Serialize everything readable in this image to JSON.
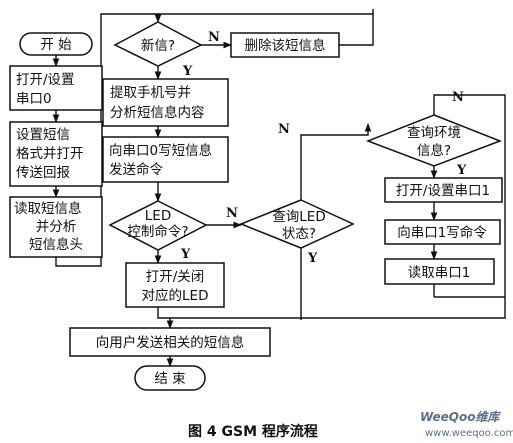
{
  "nodes": {
    "start": "开  始",
    "open_serial0": [
      "打开/设置",
      "串口0"
    ],
    "set_sms_format": [
      "设置短信",
      "格式并打开",
      "传送回报"
    ],
    "read_sms_header": [
      "读取短信息",
      "并分析",
      "短信息头"
    ],
    "new_message": "新信?",
    "delete_message": "删除该短信息",
    "extract_phone": [
      "提取手机号并",
      "分析短信息内容"
    ],
    "write_serial0": [
      "向串口0写短信息",
      "发送命令"
    ],
    "led_command": [
      "LED",
      "控制命令?"
    ],
    "query_led": [
      "查询LED",
      "状态?"
    ],
    "toggle_led": [
      "打开/关闭",
      "对应的LED"
    ],
    "query_env": [
      "查询环境",
      "信息?"
    ],
    "open_serial1": "打开/设置串口1",
    "write_serial1": "向串口1写命令",
    "read_serial1": "读取串口1",
    "send_sms": "向用户发送相关的短信息",
    "end": "结  束"
  },
  "labels": {
    "yes": "Y",
    "no": "N"
  },
  "caption": "图 4    GSM 程序流程",
  "watermark": {
    "brand": "WeeQoo维库",
    "url": "www.weeqoo.com"
  }
}
